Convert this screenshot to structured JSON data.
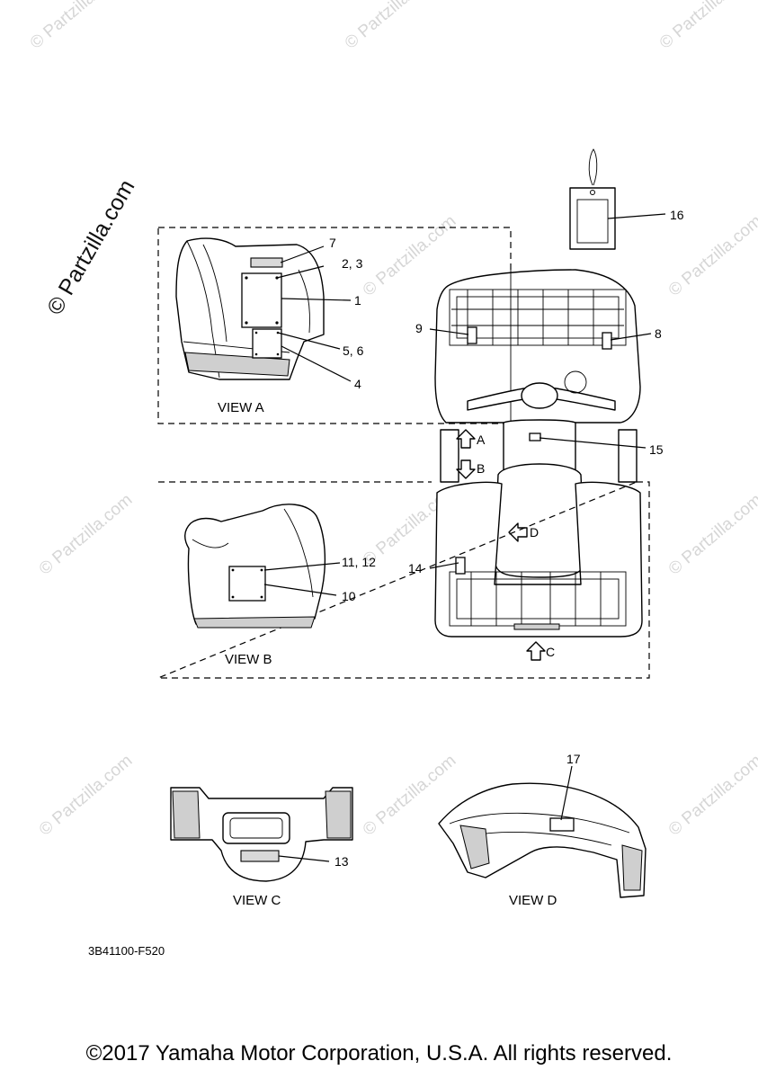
{
  "watermark": {
    "text": "© Partzilla.com",
    "big_text": "© Partzilla.com"
  },
  "callouts": {
    "c1": "1",
    "c2_3": "2, 3",
    "c4": "4",
    "c5_6": "5, 6",
    "c7": "7",
    "c8": "8",
    "c9": "9",
    "c10": "10",
    "c11_12": "11, 12",
    "c13": "13",
    "c14": "14",
    "c15": "15",
    "c16": "16",
    "c17": "17"
  },
  "views": {
    "a": "VIEW A",
    "b": "VIEW B",
    "c": "VIEW C",
    "d": "VIEW D"
  },
  "arrows": {
    "a": "A",
    "b": "B",
    "c": "C",
    "d": "D"
  },
  "diagram_code": "3B41100-F520",
  "copyright": "©2017 Yamaha Motor Corporation, U.S.A. All rights reserved."
}
